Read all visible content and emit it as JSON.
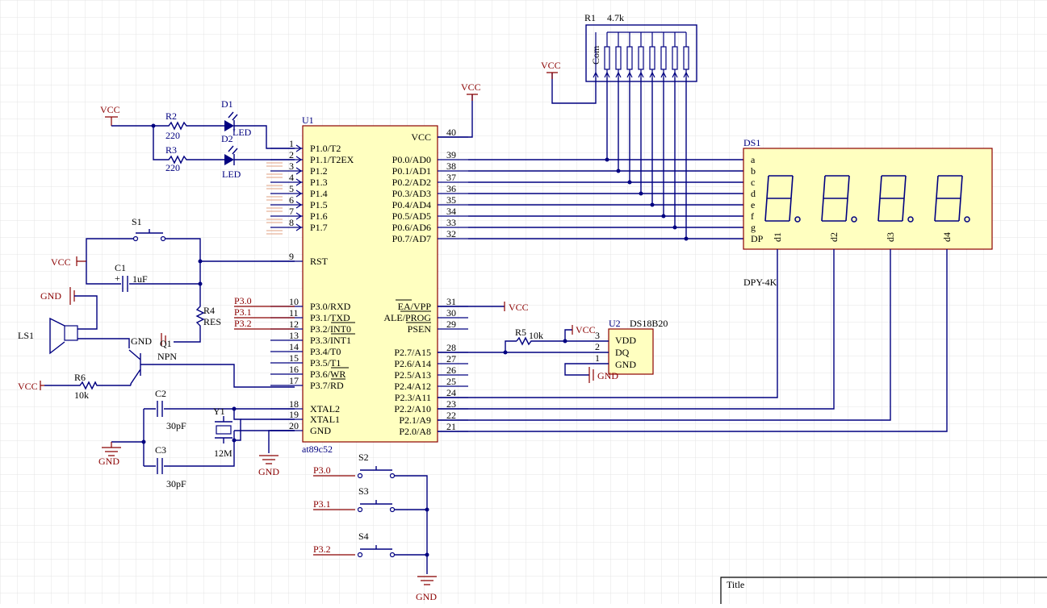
{
  "colors": {
    "wire": "#000080",
    "power": "#8b0000",
    "ic_fill": "#ffffc0",
    "ic_border": "#8b0000",
    "grid": "#cfcfcf"
  },
  "u1": {
    "ref": "U1",
    "part": "at89c52",
    "left_pins": [
      {
        "num": "1",
        "name": "P1.0/T2"
      },
      {
        "num": "2",
        "name": "P1.1/T2EX"
      },
      {
        "num": "3",
        "name": "P1.2"
      },
      {
        "num": "4",
        "name": "P1.3"
      },
      {
        "num": "5",
        "name": "P1.4"
      },
      {
        "num": "6",
        "name": "P1.5"
      },
      {
        "num": "7",
        "name": "P1.6"
      },
      {
        "num": "8",
        "name": "P1.7"
      },
      {
        "num": "9",
        "name": "RST"
      },
      {
        "num": "10",
        "name": "P3.0/RXD"
      },
      {
        "num": "11",
        "name": "P3.1/TXD"
      },
      {
        "num": "12",
        "name": "P3.2/INT0"
      },
      {
        "num": "13",
        "name": "P3.3/INT1"
      },
      {
        "num": "14",
        "name": "P3.4/T0"
      },
      {
        "num": "15",
        "name": "P3.5/T1"
      },
      {
        "num": "16",
        "name": "P3.6/WR"
      },
      {
        "num": "17",
        "name": "P3.7/RD"
      },
      {
        "num": "18",
        "name": "XTAL2"
      },
      {
        "num": "19",
        "name": "XTAL1"
      },
      {
        "num": "20",
        "name": "GND"
      }
    ],
    "right_pins": [
      {
        "num": "40",
        "name": "VCC"
      },
      {
        "num": "39",
        "name": "P0.0/AD0"
      },
      {
        "num": "38",
        "name": "P0.1/AD1"
      },
      {
        "num": "37",
        "name": "P0.2/AD2"
      },
      {
        "num": "36",
        "name": "P0.3/AD3"
      },
      {
        "num": "35",
        "name": "P0.4/AD4"
      },
      {
        "num": "34",
        "name": "P0.5/AD5"
      },
      {
        "num": "33",
        "name": "P0.6/AD6"
      },
      {
        "num": "32",
        "name": "P0.7/AD7"
      },
      {
        "num": "31",
        "name": "EA/VPP"
      },
      {
        "num": "30",
        "name": "ALE/PROG"
      },
      {
        "num": "29",
        "name": "PSEN"
      },
      {
        "num": "28",
        "name": "P2.7/A15"
      },
      {
        "num": "27",
        "name": "P2.6/A14"
      },
      {
        "num": "26",
        "name": "P2.5/A13"
      },
      {
        "num": "25",
        "name": "P2.4/A12"
      },
      {
        "num": "24",
        "name": "P2.3/A11"
      },
      {
        "num": "23",
        "name": "P2.2/A10"
      },
      {
        "num": "22",
        "name": "P2.1/A9"
      },
      {
        "num": "21",
        "name": "P2.0/A8"
      }
    ]
  },
  "ds1": {
    "ref": "DS1",
    "part": "DPY-4K",
    "seg_labels": [
      "a",
      "b",
      "c",
      "d",
      "e",
      "f",
      "g",
      "DP"
    ],
    "digit_labels": [
      "d1",
      "d2",
      "d3",
      "d4"
    ]
  },
  "r1": {
    "ref": "R1",
    "value": "4.7k",
    "com": "Com"
  },
  "u2": {
    "ref": "U2",
    "part": "DS18B20",
    "pins": [
      {
        "num": "3",
        "name": "VDD"
      },
      {
        "num": "2",
        "name": "DQ"
      },
      {
        "num": "1",
        "name": "GND"
      }
    ]
  },
  "components": {
    "r2": {
      "ref": "R2",
      "value": "220"
    },
    "r3": {
      "ref": "R3",
      "value": "220"
    },
    "d1": {
      "ref": "D1",
      "value": "LED"
    },
    "d2": {
      "ref": "D2",
      "value": "LED"
    },
    "s1": {
      "ref": "S1"
    },
    "c1": {
      "ref": "C1",
      "value": "1uF"
    },
    "r4": {
      "ref": "R4",
      "value": "RES"
    },
    "ls1": {
      "ref": "LS1"
    },
    "q1": {
      "ref": "Q1",
      "value": "NPN"
    },
    "r6": {
      "ref": "R6",
      "value": "10k"
    },
    "c2": {
      "ref": "C2",
      "value": "30pF"
    },
    "c3": {
      "ref": "C3",
      "value": "30pF"
    },
    "y1": {
      "ref": "Y1",
      "value": "12M"
    },
    "r5": {
      "ref": "R5",
      "value": "10k"
    },
    "s2": {
      "ref": "S2"
    },
    "s3": {
      "ref": "S3"
    },
    "s4": {
      "ref": "S4"
    }
  },
  "power": {
    "vcc": "VCC",
    "gnd": "GND"
  },
  "net_labels": {
    "p30": "P3.0",
    "p31": "P3.1",
    "p32": "P3.2"
  },
  "title_block": {
    "title": "Title"
  }
}
